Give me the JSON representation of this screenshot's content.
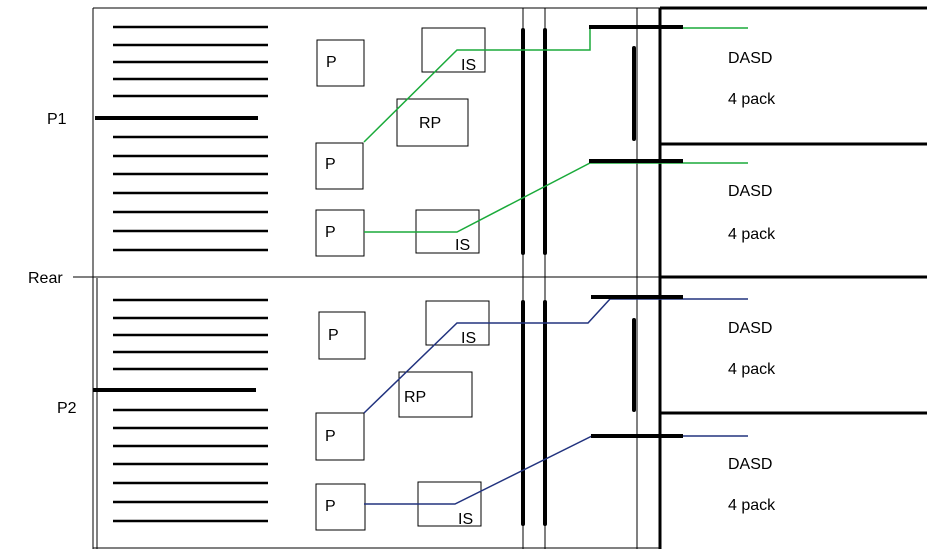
{
  "labels": {
    "p1": "P1",
    "p2": "P2",
    "rear": "Rear",
    "processor": "P",
    "interface_switch": "IS",
    "regen_processor": "RP",
    "dasd": "DASD",
    "dasd_pack": "4 pack"
  },
  "colors": {
    "frame": "#000000",
    "top_cables": "#1aaa3a",
    "bottom_cables": "#22337f"
  }
}
